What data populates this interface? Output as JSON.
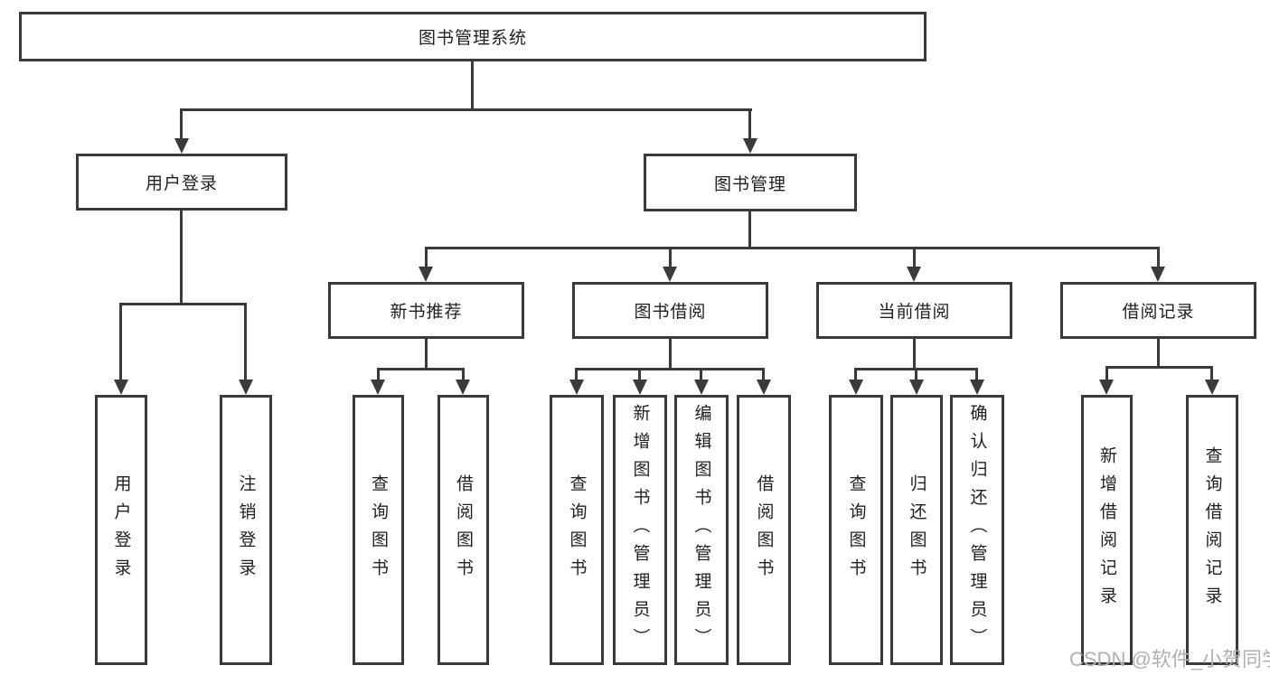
{
  "diagram": {
    "title": "图书管理系统",
    "branches": [
      {
        "label": "用户登录",
        "children": [
          {
            "label": "用户登录"
          },
          {
            "label": "注销登录"
          }
        ]
      },
      {
        "label": "图书管理",
        "children": [
          {
            "label": "新书推荐",
            "children": [
              {
                "label": "查询图书"
              },
              {
                "label": "借阅图书"
              }
            ]
          },
          {
            "label": "图书借阅",
            "children": [
              {
                "label": "查询图书"
              },
              {
                "label": "新增图书（管理员）"
              },
              {
                "label": "编辑图书（管理员）"
              },
              {
                "label": "借阅图书"
              }
            ]
          },
          {
            "label": "当前借阅",
            "children": [
              {
                "label": "查询图书"
              },
              {
                "label": "归还图书"
              },
              {
                "label": "确认归还（管理员）"
              }
            ]
          },
          {
            "label": "借阅记录",
            "children": [
              {
                "label": "新增借阅记录"
              },
              {
                "label": "查询借阅记录"
              }
            ]
          }
        ]
      }
    ]
  },
  "watermark": "CSDN @软件_小贺同学",
  "colors": {
    "line": "#3a3a3a",
    "text": "#1f1f1f",
    "watermark": "#b0b0b0",
    "background": "#ffffff"
  }
}
